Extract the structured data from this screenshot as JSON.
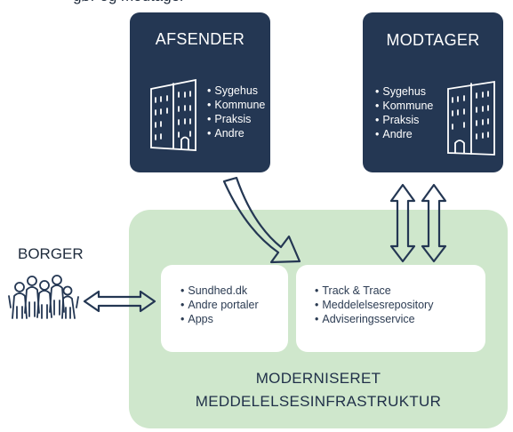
{
  "caption_fragment": "gør og modtager",
  "sender": {
    "title": "AFSENDER",
    "items": [
      "Sygehus",
      "Kommune",
      "Praksis",
      "Andre"
    ]
  },
  "receiver": {
    "title": "MODTAGER",
    "items": [
      "Sygehus",
      "Kommune",
      "Praksis",
      "Andre"
    ]
  },
  "citizen": {
    "label": "BORGER"
  },
  "infrastructure": {
    "title_line1": "MODERNISERET",
    "title_line2": "MEDDELELSESINFRASTRUKTUR",
    "portals": [
      "Sundhed.dk",
      "Andre portaler",
      "Apps"
    ],
    "services": [
      "Track & Trace",
      "Meddelelsesrepository",
      "Adviseringsservice"
    ]
  },
  "colors": {
    "dark_box": "#243753",
    "infra_green": "#cfe7cc",
    "line": "#243753"
  },
  "icons": {
    "sender_building": "building-icon",
    "receiver_building": "building-icon",
    "citizen": "people-group-icon"
  }
}
